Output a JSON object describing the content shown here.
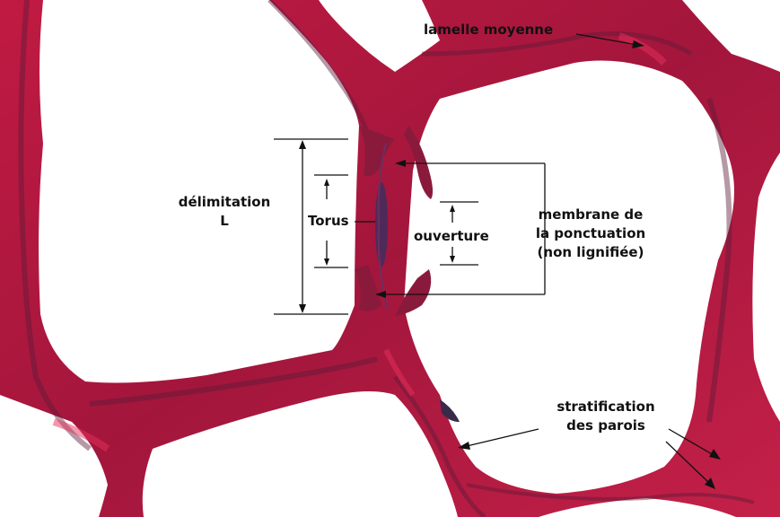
{
  "labels": {
    "lamelle": "lamelle moyenne",
    "delimitation_line1": "délimitation",
    "delimitation_line2": "L",
    "torus": "Torus",
    "ouverture": "ouverture",
    "membrane_line1": "membrane de",
    "membrane_line2": "la ponctuation",
    "membrane_line3": "(non lignifiée)",
    "strat_line1": "stratification",
    "strat_line2": "des parois"
  },
  "colors": {
    "background": "#ffffff",
    "cell_wall": "#b3163c",
    "cell_wall_dark": "#5e1a3a",
    "cell_wall_light": "#e0305c",
    "annotation": "#111111"
  }
}
